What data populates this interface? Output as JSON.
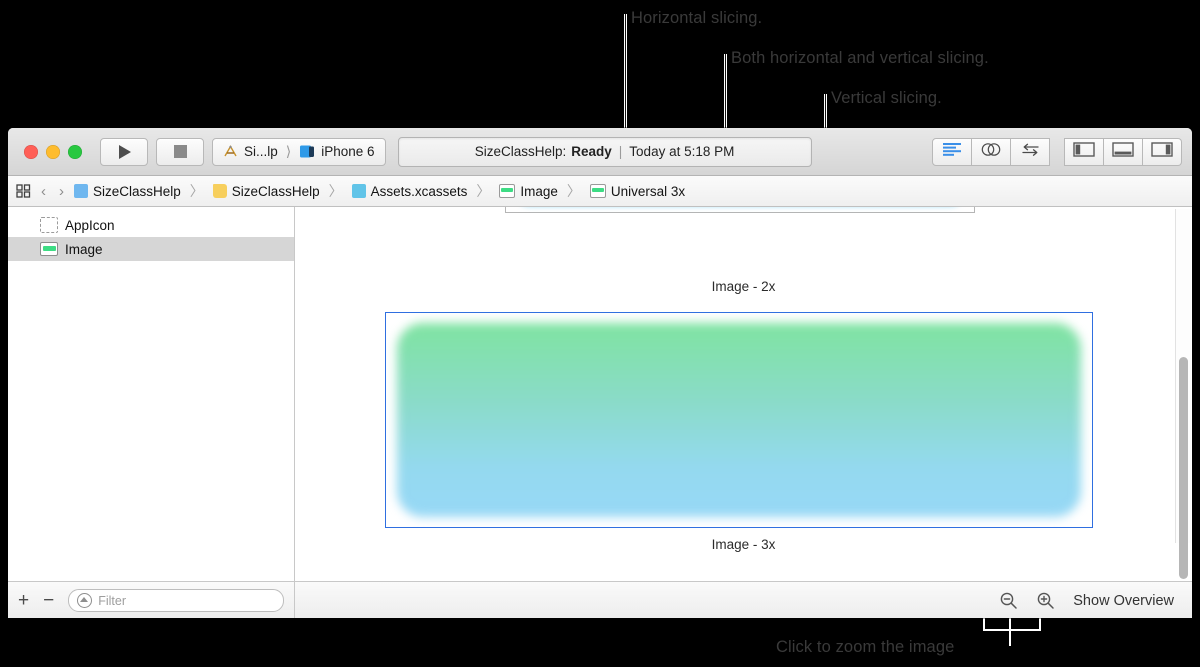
{
  "annotations": {
    "horizontal": "Horizontal slicing.",
    "both": "Both horizontal and vertical slicing.",
    "vertical": "Vertical slicing.",
    "zoom_hint": "Click to zoom the image"
  },
  "window": {
    "traffic_lights": [
      "close",
      "minimize",
      "zoom"
    ],
    "toolbar": {
      "run_label": "Run",
      "stop_label": "Stop",
      "scheme_project": "Si...lp",
      "scheme_destination": "iPhone 6",
      "status_project": "SizeClassHelp:",
      "status_state": "Ready",
      "status_separator": "|",
      "status_time": "Today at 5:18 PM",
      "editor_segments": [
        {
          "name": "standard-editor",
          "icon": "lines-icon",
          "selected": true
        },
        {
          "name": "assistant-editor",
          "icon": "venn-icon",
          "selected": false
        },
        {
          "name": "version-editor",
          "icon": "arrows-swap-icon",
          "selected": false
        }
      ],
      "view_segments": [
        {
          "name": "toggle-navigator",
          "icon": "left-panel-icon"
        },
        {
          "name": "toggle-debug-area",
          "icon": "bottom-panel-icon"
        },
        {
          "name": "toggle-utilities",
          "icon": "right-panel-icon"
        }
      ]
    },
    "jumpbar": {
      "back_label": "‹",
      "forward_label": "›",
      "separator": "〉",
      "crumbs": [
        {
          "label": "SizeClassHelp",
          "icon": "project-file-icon"
        },
        {
          "label": "SizeClassHelp",
          "icon": "folder-icon"
        },
        {
          "label": "Assets.xcassets",
          "icon": "assets-catalog-icon"
        },
        {
          "label": "Image",
          "icon": "imageset-icon"
        },
        {
          "label": "Universal 3x",
          "icon": "imageset-icon"
        }
      ]
    },
    "sidebar": {
      "items": [
        {
          "label": "AppIcon",
          "icon": "appicon-placeholder-icon",
          "selected": false
        },
        {
          "label": "Image",
          "icon": "imageset-icon",
          "selected": true
        }
      ],
      "add_label": "+",
      "remove_label": "−",
      "filter_placeholder": "Filter",
      "filter_value": ""
    },
    "editor": {
      "image_2x_caption": "Image - 2x",
      "image_3x_caption": "Image - 3x",
      "slice_buttons": [
        {
          "name": "slice-horizontal-button",
          "icon": "arrows-left-right-icon",
          "tip": "Horizontal slicing."
        },
        {
          "name": "slice-both-button",
          "icon": "arrows-four-way-icon",
          "tip": "Both horizontal and vertical slicing."
        },
        {
          "name": "slice-vertical-button",
          "icon": "arrows-up-down-icon",
          "tip": "Vertical slicing."
        }
      ],
      "zoom_out_label": "Zoom Out",
      "zoom_in_label": "Zoom In",
      "show_overview_label": "Show Overview"
    }
  },
  "colors": {
    "accent_selection": "#2f6fe0",
    "gradient_top": "#7fe3a1",
    "gradient_bottom": "#97d8f6",
    "sidebar_selected": "#d6d6d6",
    "annotation_text": "#3a3a3a",
    "leader_line": "#ffffff",
    "backdrop": "#000000"
  }
}
